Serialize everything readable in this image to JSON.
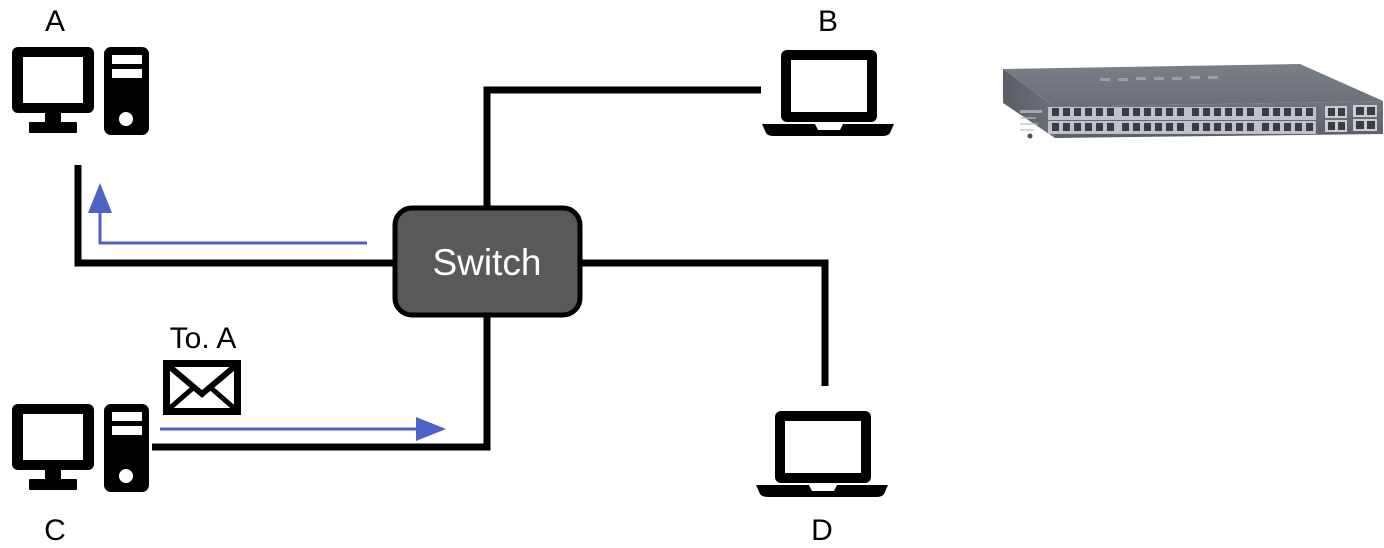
{
  "diagram": {
    "title": "Switch unicast forwarding diagram",
    "background_color": "#ffffff",
    "link_color": "#000000",
    "flow_color": "#4F62C8",
    "switch_fill": "#595959",
    "switch_stroke": "#000000",
    "switch_text_color": "#ffffff",
    "icon_color": "#000000"
  },
  "nodes": [
    {
      "id": "A",
      "label": "A",
      "icon": "desktop-computer-icon",
      "type": "desktop",
      "position": "top-left"
    },
    {
      "id": "B",
      "label": "B",
      "icon": "laptop-icon",
      "type": "laptop",
      "position": "top-right"
    },
    {
      "id": "C",
      "label": "C",
      "icon": "desktop-computer-icon",
      "type": "desktop",
      "position": "bottom-left"
    },
    {
      "id": "D",
      "label": "D",
      "icon": "laptop-icon",
      "type": "laptop",
      "position": "bottom-right"
    }
  ],
  "switch_node": {
    "label": "Switch",
    "shape": "rounded-rectangle",
    "ports": 4
  },
  "packet": {
    "label": "To. A",
    "icon": "envelope-icon",
    "source": "C",
    "destination": "A"
  },
  "flows": [
    {
      "id": "c-to-switch",
      "from": "C",
      "to": "Switch",
      "direction": "right",
      "color": "#4F62C8"
    },
    {
      "id": "switch-to-a",
      "from": "Switch",
      "to": "A",
      "direction": "up",
      "color": "#4F62C8"
    }
  ],
  "links": [
    {
      "id": "link-switch-a",
      "from": "Switch",
      "to": "A"
    },
    {
      "id": "link-switch-b",
      "from": "Switch",
      "to": "B"
    },
    {
      "id": "link-switch-c",
      "from": "Switch",
      "to": "C"
    },
    {
      "id": "link-switch-d",
      "from": "Switch",
      "to": "D"
    }
  ],
  "photo": {
    "name": "rack-switch-photo",
    "description": "48-port rack-mount network switch",
    "chassis_color": "#6b7079",
    "port_color": "#d5d7da"
  }
}
